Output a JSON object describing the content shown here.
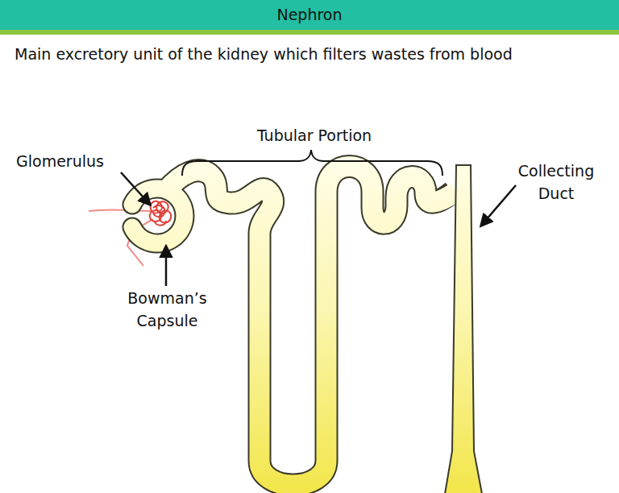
{
  "diagram": {
    "title": "Nephron",
    "caption": "Main excretory unit of the kidney which filters wastes from blood",
    "labels": [
      "Tubular Portion",
      "Glomerulus",
      "Bowman’s Capsule",
      "Collecting Duct"
    ]
  }
}
